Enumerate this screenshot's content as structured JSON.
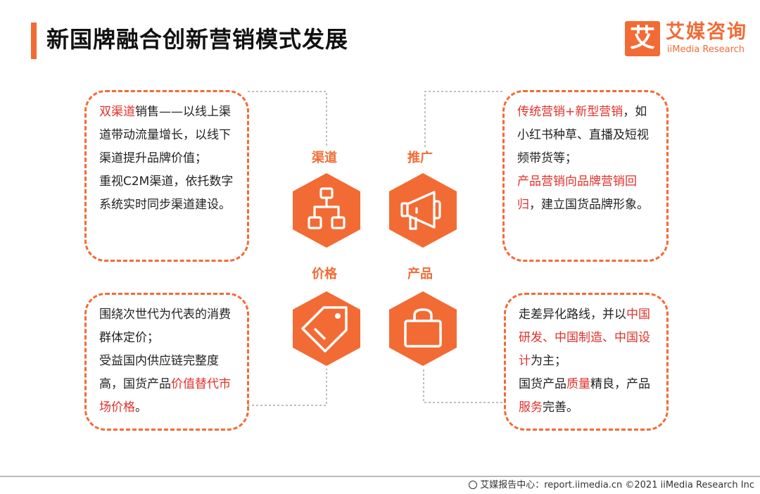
{
  "title": "新国牌融合创新营销模式发展",
  "logo": {
    "glyph": "艾",
    "cn": "艾媒咨询",
    "en": "iiMedia Research"
  },
  "colors": {
    "accent": "#f26b35",
    "highlight": "#e0312b"
  },
  "labels": {
    "channel": "渠道",
    "promotion": "推广",
    "price": "价格",
    "product": "产品"
  },
  "icons": {
    "channel": "org-chart-icon",
    "promotion": "megaphone-icon",
    "price": "price-tag-icon",
    "product": "shopping-bag-icon"
  },
  "cards": {
    "channel": {
      "line1_hl": "双渠道",
      "line1_rest": "销售——以线上渠道带动流量增长，以线下渠道提升品牌价值；",
      "line2": "重视C2M渠道，依托数字系统实时同步渠道建设。"
    },
    "promotion": {
      "p1_hl": "传统营销+新型营销",
      "p1_rest": "，如小红书种草、直播及短视频带货等；",
      "p2_hl": "产品营销向品牌营销回归",
      "p2_rest": "，建立国货品牌形象。"
    },
    "price": {
      "p1": "围绕次世代为代表的消费群体定价；",
      "p2_pre": "受益国内供应链完整度高，国货产品",
      "p2_hl": "价值替代市场价格",
      "p2_post": "。"
    },
    "product": {
      "p1_pre": "走差异化路线，并以",
      "p1_hl": "中国研发、中国制造、中国设计",
      "p1_post": "为主；",
      "p2_pre": "国货产品",
      "p2_hl1": "质量",
      "p2_mid": "精良，产品",
      "p2_hl2": "服务",
      "p2_post": "完善。"
    }
  },
  "footer": {
    "text": "艾媒报告中心：report.iimedia.cn ©2021 iiMedia Research Inc",
    "icon": "globe-icon"
  }
}
